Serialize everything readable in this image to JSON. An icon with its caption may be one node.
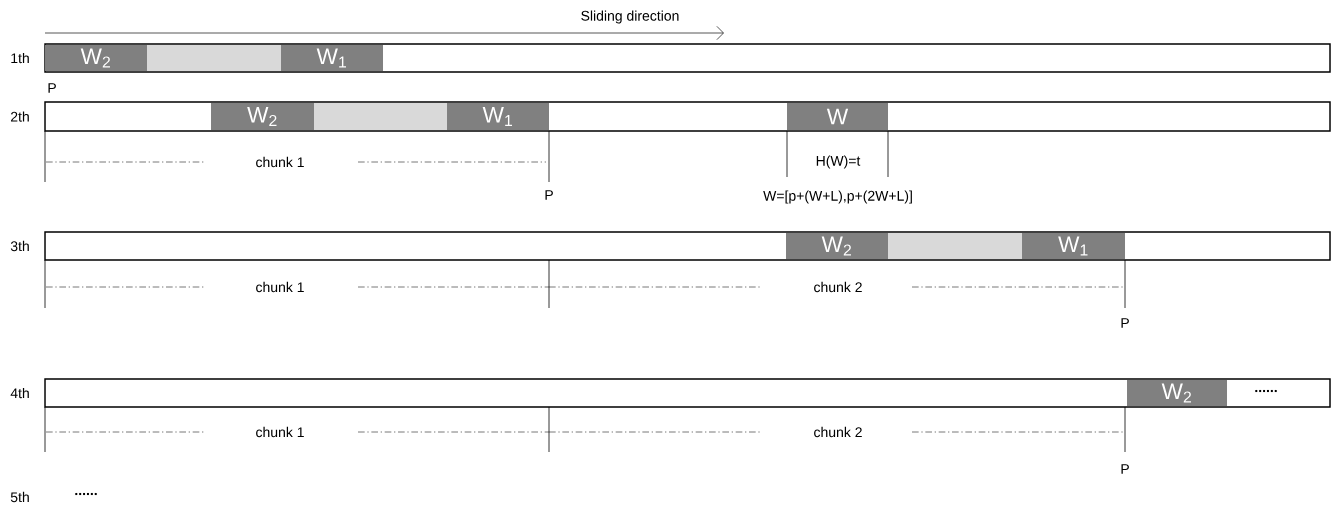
{
  "diagram": {
    "nodes": [
      {
        "text": [],
        "shape": "bar",
        "beside": [
          "1th"
        ]
      },
      {
        "text": [
          "W$_{2}$"
        ],
        "in": 0
      },
      {
        "text": [],
        "shape": "box",
        "in": 0
      },
      {
        "text": [
          "W$_{1}$"
        ],
        "in": 0
      },
      {
        "text": [],
        "shape": "bar",
        "beside": [
          "2th"
        ]
      },
      {
        "text": [
          "W$_{2}$"
        ],
        "in": 4
      },
      {
        "text": [],
        "shape": "box",
        "in": 4
      },
      {
        "text": [
          "W$_{1}$"
        ],
        "in": 4
      },
      {
        "text": [
          "W"
        ],
        "in": 4
      },
      {
        "text": [],
        "shape": "bar",
        "beside": [
          "3th"
        ]
      },
      {
        "text": [
          "W$_{2}$"
        ],
        "in": 9
      },
      {
        "text": [],
        "shape": "box",
        "in": 9
      },
      {
        "text": [
          "W$_{1}$"
        ],
        "in": 9
      },
      {
        "text": [],
        "shape": "bar",
        "beside": [
          "4th"
        ]
      },
      {
        "text": [
          "W$_{2}$"
        ],
        "in": 13
      }
    ],
    "labels": [
      "Sliding direction",
      "P",
      "chunk 1",
      "H(W)=t",
      "P",
      "W=[p+(W+L),p+(2W+L)]",
      "chunk 1",
      "chunk 2",
      "P",
      "......",
      "chunk 1",
      "chunk 2",
      "P",
      "5th",
      "......"
    ]
  }
}
